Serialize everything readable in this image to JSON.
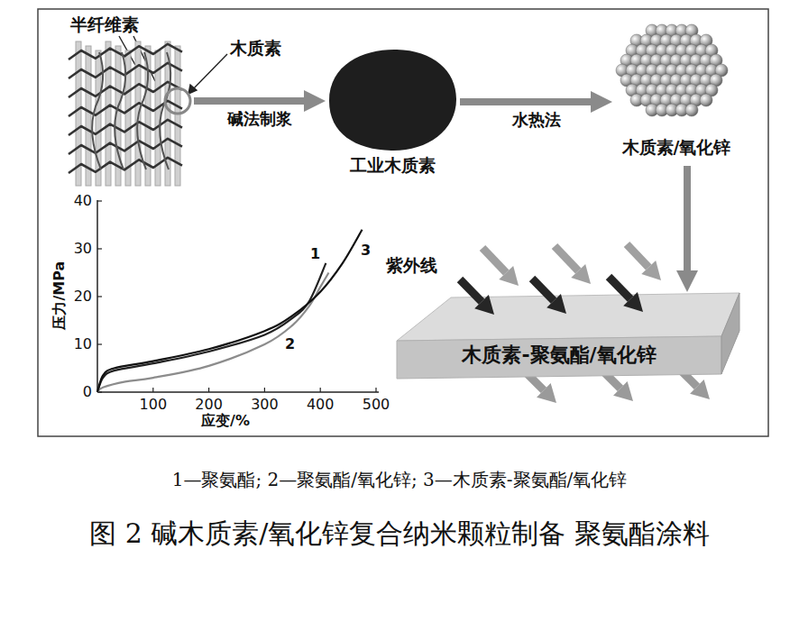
{
  "diagram": {
    "caption": "图 2 碱木质素/氧化锌复合纳米颗粒制备 聚氨酯涂料",
    "nodes": [
      {
        "text": [
          "半纤维素",
          "木质素"
        ]
      },
      {
        "text": [
          "工业木质素"
        ]
      },
      {
        "text": [
          "木质素/氧化锌"
        ]
      },
      {
        "text": [
          "木质素-聚氨酯/氧化锌"
        ]
      }
    ],
    "edges": [
      {
        "from": 0,
        "to": 1,
        "arrow": "to",
        "label": "碱法制浆"
      },
      {
        "from": 1,
        "to": 2,
        "arrow": "to",
        "label": "水热法"
      },
      {
        "from": 2,
        "to": 3,
        "arrow": "to"
      }
    ],
    "labels": [
      "紫外线",
      "40",
      "30",
      "20",
      "10",
      "0",
      "100",
      "200",
      "300",
      "400",
      "500",
      "压力/MPa",
      "应变/%",
      "1",
      "2",
      "3",
      "1—聚氨酯; 2—聚氨酯/氧化锌; 3—木质素-聚氨酯/氧化锌"
    ]
  }
}
